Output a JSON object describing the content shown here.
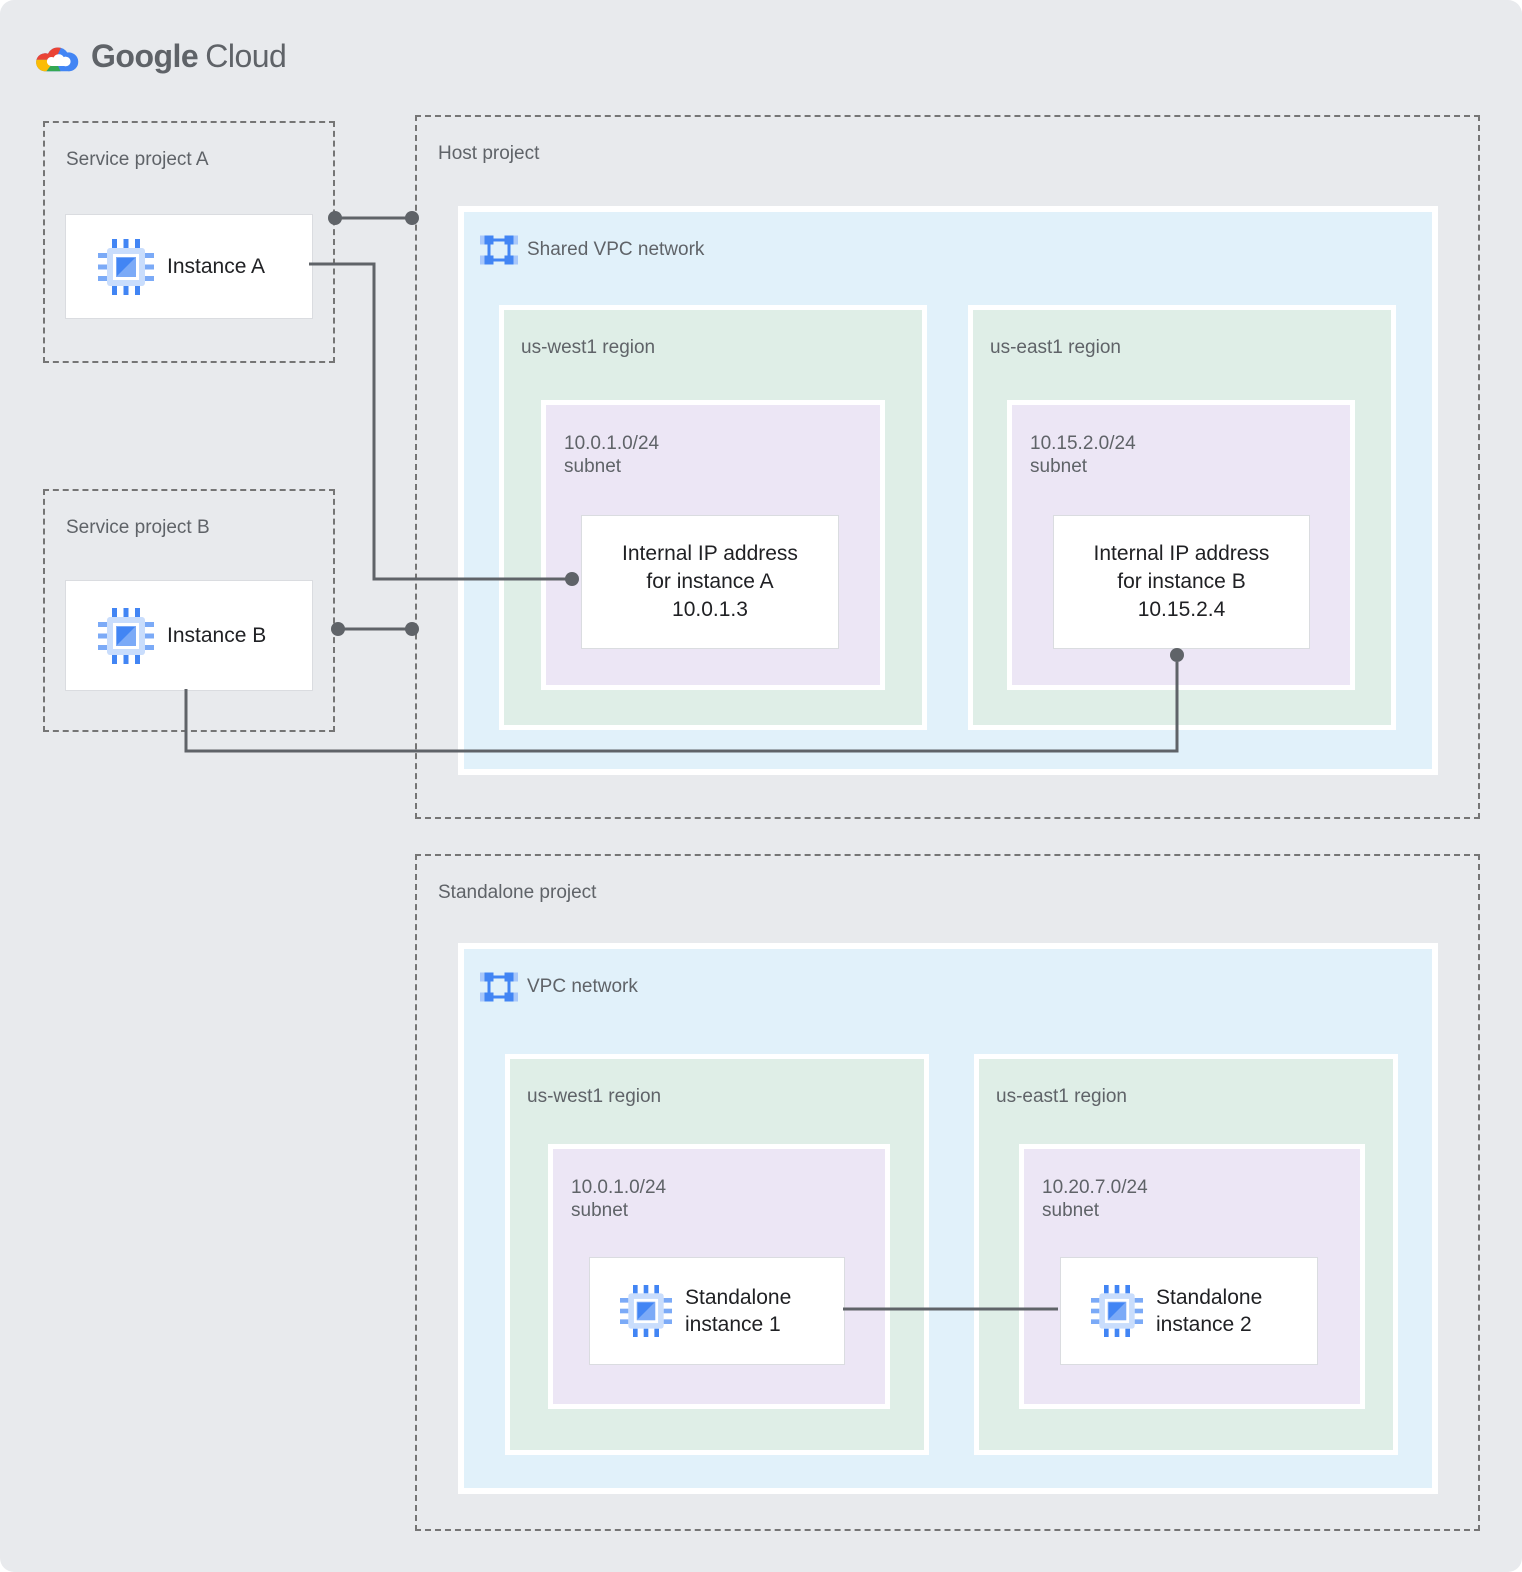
{
  "colors": {
    "background": "#E8EAED",
    "network_box": "#E1F1FA",
    "region_box": "#DFEEE7",
    "subnet_box": "#ECE6F5",
    "connector": "#5F6368",
    "label": "#5F6368",
    "card_text": "#202124",
    "card_border": "#DADCE0",
    "dashed_border": "#757575"
  },
  "logo": {
    "brand": "Google",
    "product": "Cloud"
  },
  "icons": {
    "logo": "google-cloud-logo",
    "instance": "compute-engine-chip-icon",
    "network": "vpc-network-icon"
  },
  "projects": {
    "service_a": {
      "label": "Service project A",
      "instance_label": "Instance A"
    },
    "service_b": {
      "label": "Service project B",
      "instance_label": "Instance B"
    },
    "host": {
      "label": "Host project",
      "network_label": "Shared VPC network",
      "regions": [
        {
          "label": "us-west1 region",
          "cidr": "10.0.1.0/24",
          "subnet_word": "subnet",
          "card_lines": [
            "Internal IP address",
            "for instance A",
            "10.0.1.3"
          ]
        },
        {
          "label": "us-east1 region",
          "cidr": "10.15.2.0/24",
          "subnet_word": "subnet",
          "card_lines": [
            "Internal IP address",
            "for instance B",
            "10.15.2.4"
          ]
        }
      ]
    },
    "standalone": {
      "label": "Standalone project",
      "network_label": "VPC network",
      "regions": [
        {
          "label": "us-west1 region",
          "cidr": "10.0.1.0/24",
          "subnet_word": "subnet",
          "card_lines": [
            "Standalone",
            "instance 1"
          ]
        },
        {
          "label": "us-east1 region",
          "cidr": "10.20.7.0/24",
          "subnet_word": "subnet",
          "card_lines": [
            "Standalone",
            "instance 2"
          ]
        }
      ]
    }
  }
}
